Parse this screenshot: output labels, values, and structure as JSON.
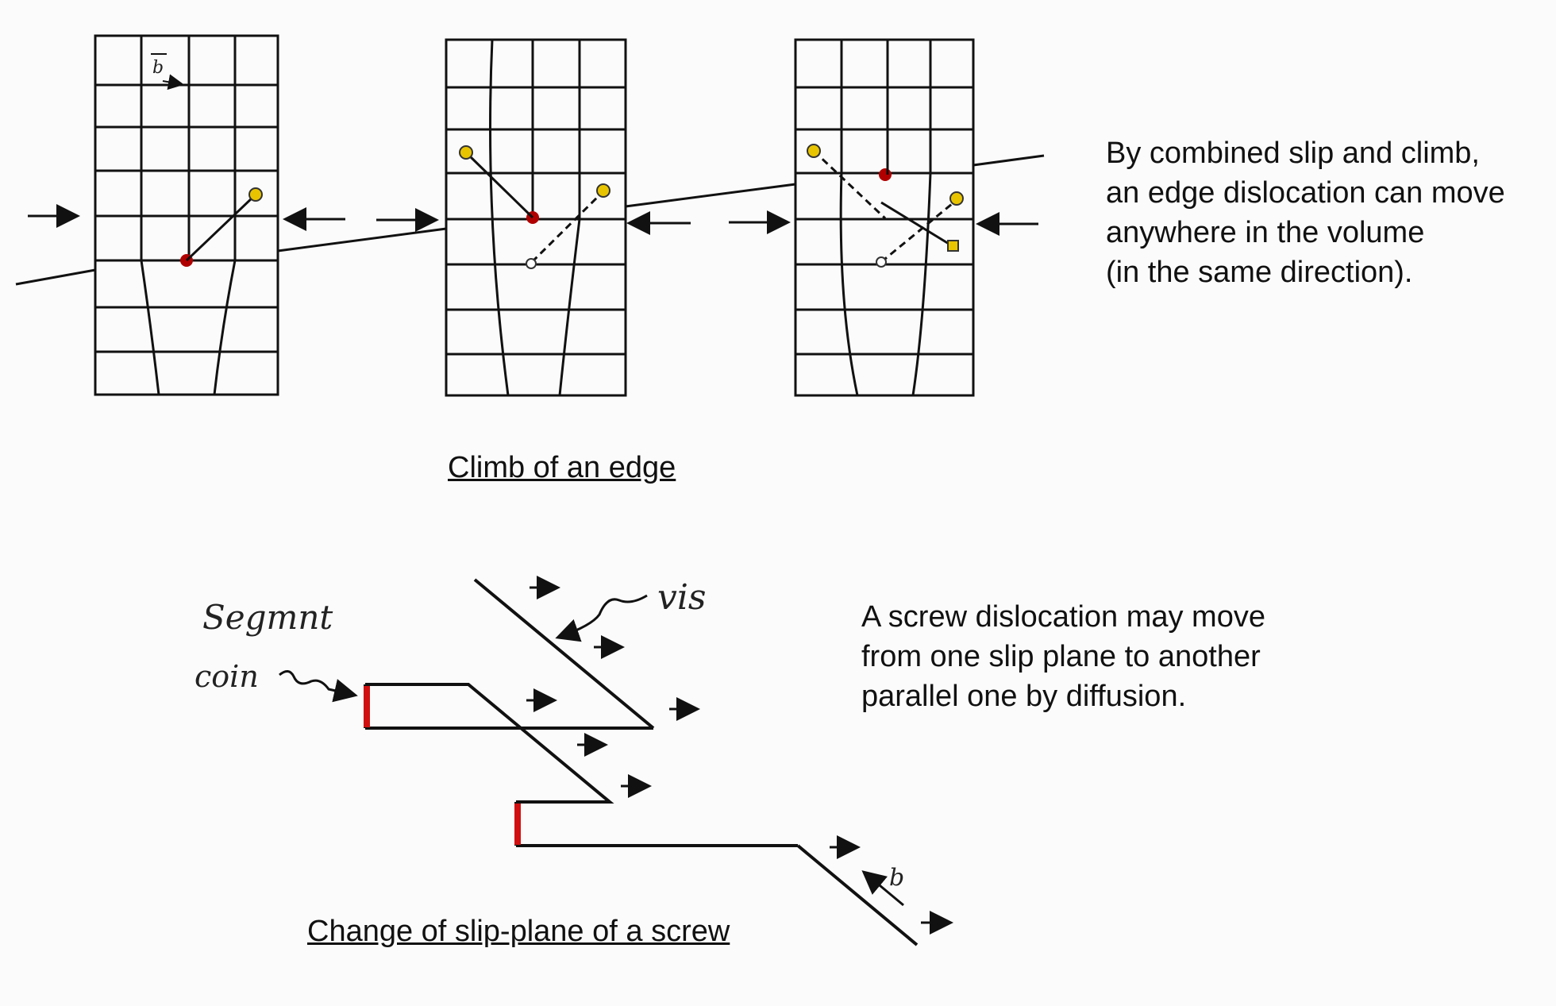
{
  "climb": {
    "caption": "Climb of an edge",
    "note_lines": [
      "By combined slip and climb,",
      "an edge dislocation can move",
      "anywhere in the volume",
      "(in the same direction)."
    ],
    "burgers_label": "b"
  },
  "screw": {
    "caption": "Change of slip-plane of a screw",
    "note_lines": [
      "A screw dislocation may move",
      "from one slip plane to another",
      "parallel one by diffusion."
    ],
    "handwritten": {
      "segment": "Segmnt",
      "coin": "coin",
      "vis": "vis",
      "b": "b"
    }
  },
  "colors": {
    "line": "#111111",
    "dislocation": "#b00000",
    "vacancy": "#e8c400",
    "jog_red": "#d01010"
  }
}
